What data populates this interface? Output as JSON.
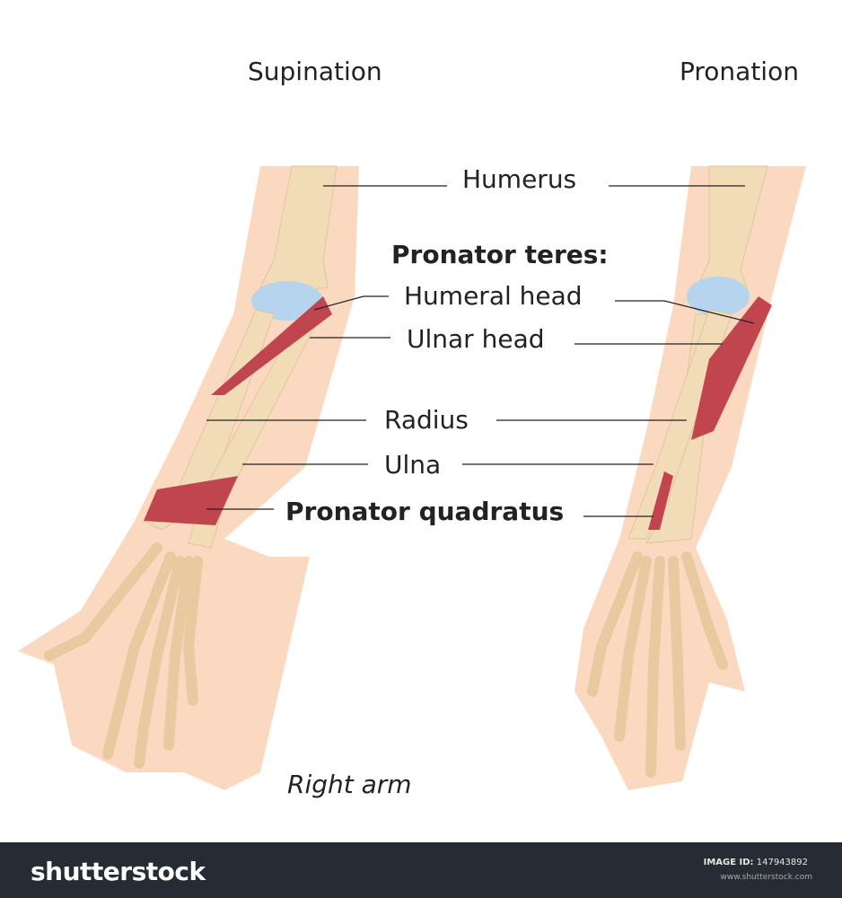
{
  "diagram": {
    "headings": {
      "left": "Supination",
      "right": "Pronation"
    },
    "labels": {
      "humerus": "Humerus",
      "pronator_teres": "Pronator teres:",
      "humeral_head": "Humeral head",
      "ulnar_head": "Ulnar head",
      "radius": "Radius",
      "ulna": "Ulna",
      "pronator_quadratus": "Pronator quadratus"
    },
    "caption": "Right arm",
    "colors": {
      "skin": "#fbd9c0",
      "bone": "#f2dcb8",
      "cartilage": "#b7d4ee",
      "muscle": "#c0454f",
      "line": "#222222"
    }
  },
  "footer": {
    "logo": "shutterstock",
    "image_id_label": "IMAGE ID:",
    "image_id": "147943892",
    "site": "www.shutterstock.com"
  }
}
